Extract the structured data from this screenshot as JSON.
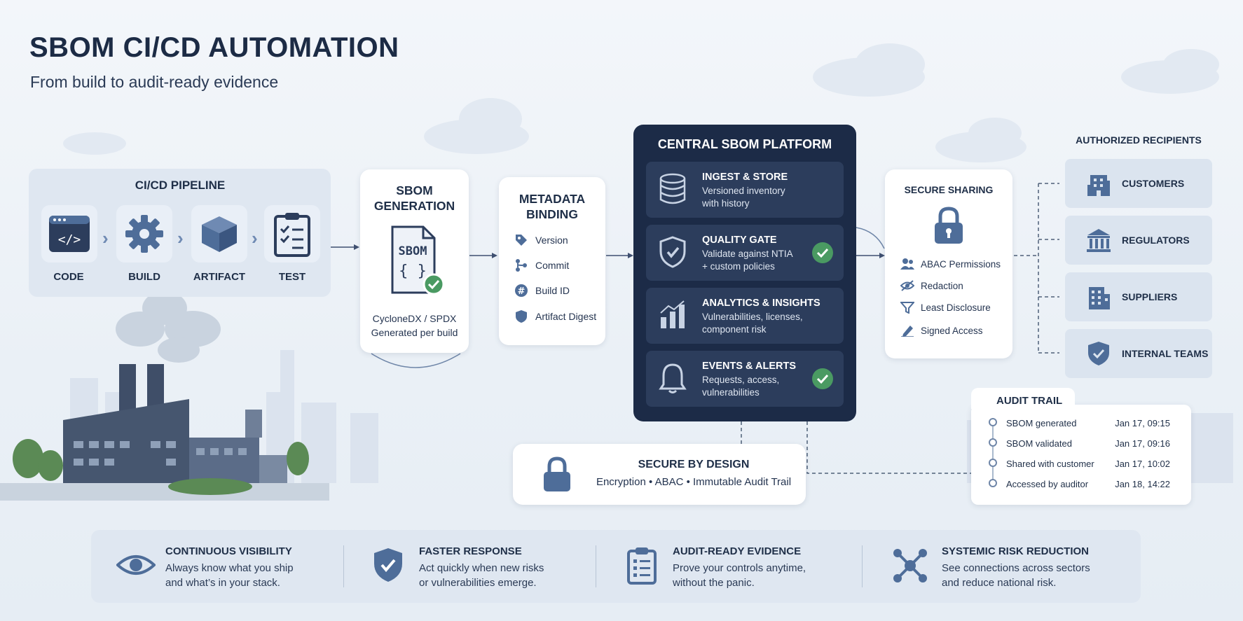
{
  "title": "SBOM CI/CD AUTOMATION",
  "subtitle": "From build to audit-ready evidence",
  "pipeline": {
    "title": "CI/CD PIPELINE",
    "steps": [
      {
        "label": "CODE",
        "icon": "code-window-icon"
      },
      {
        "label": "BUILD",
        "icon": "gear-icon"
      },
      {
        "label": "ARTIFACT",
        "icon": "box-icon"
      },
      {
        "label": "TEST",
        "icon": "clipboard-checklist-icon"
      }
    ]
  },
  "generation": {
    "title_line1": "SBOM",
    "title_line2": "GENERATION",
    "doc_label": "SBOM",
    "doc_braces": "{ }",
    "desc_line1": "CycloneDX / SPDX",
    "desc_line2": "Generated per build"
  },
  "metadata": {
    "title_line1": "METADATA",
    "title_line2": "BINDING",
    "items": [
      {
        "label": "Version",
        "icon": "tag-icon"
      },
      {
        "label": "Commit",
        "icon": "git-commit-icon"
      },
      {
        "label": "Build ID",
        "icon": "hash-icon"
      },
      {
        "label": "Artifact Digest",
        "icon": "shield-icon"
      }
    ]
  },
  "platform": {
    "title": "CENTRAL SBOM PLATFORM",
    "cards": [
      {
        "title": "INGEST & STORE",
        "line1": "Versioned inventory",
        "line2": "with history",
        "icon": "database-icon",
        "check": false
      },
      {
        "title": "QUALITY GATE",
        "line1": "Validate against NTIA",
        "line2": "+ custom policies",
        "icon": "shield-check-icon",
        "check": true
      },
      {
        "title": "ANALYTICS & INSIGHTS",
        "line1": "Vulnerabilities, licenses,",
        "line2": "component risk",
        "icon": "bar-chart-icon",
        "check": false
      },
      {
        "title": "EVENTS & ALERTS",
        "line1": "Requests, access,",
        "line2": "vulnerabilities",
        "icon": "bell-icon",
        "check": true
      }
    ]
  },
  "sharing": {
    "title": "SECURE SHARING",
    "items": [
      {
        "label": "ABAC Permissions",
        "icon": "users-icon"
      },
      {
        "label": "Redaction",
        "icon": "eye-off-icon"
      },
      {
        "label": "Least Disclosure",
        "icon": "filter-icon"
      },
      {
        "label": "Signed Access",
        "icon": "pen-icon"
      }
    ]
  },
  "recipients": {
    "title": "AUTHORIZED RECIPIENTS",
    "items": [
      {
        "label": "CUSTOMERS",
        "icon": "building-icon"
      },
      {
        "label": "REGULATORS",
        "icon": "government-icon"
      },
      {
        "label": "SUPPLIERS",
        "icon": "office-building-icon"
      },
      {
        "label": "INTERNAL TEAMS",
        "icon": "shield-icon"
      }
    ]
  },
  "secure_design": {
    "title": "SECURE BY DESIGN",
    "desc": "Encryption • ABAC • Immutable Audit Trail"
  },
  "audit": {
    "title": "AUDIT TRAIL",
    "rows": [
      {
        "label": "SBOM generated",
        "date": "Jan 17, 09:15"
      },
      {
        "label": "SBOM validated",
        "date": "Jan 17, 09:16"
      },
      {
        "label": "Shared with customer",
        "date": "Jan 17, 10:02"
      },
      {
        "label": "Accessed by auditor",
        "date": "Jan 18, 14:22"
      }
    ]
  },
  "benefits": [
    {
      "title": "CONTINUOUS VISIBILITY",
      "line1": "Always know what you ship",
      "line2": "and what’s in your stack.",
      "icon": "eye-icon"
    },
    {
      "title": "FASTER RESPONSE",
      "line1": "Act quickly when new risks",
      "line2": "or vulnerabilities emerge.",
      "icon": "shield-check-icon"
    },
    {
      "title": "AUDIT-READY EVIDENCE",
      "line1": "Prove your controls anytime,",
      "line2": "without the panic.",
      "icon": "clipboard-icon"
    },
    {
      "title": "SYSTEMIC RISK REDUCTION",
      "line1": "See connections across sectors",
      "line2": "and reduce national risk.",
      "icon": "network-icon"
    }
  ],
  "colors": {
    "navy": "#1c2b47",
    "accent": "#4e6d99",
    "check_green": "#4a9a62",
    "panel": "#dfe7f1"
  }
}
